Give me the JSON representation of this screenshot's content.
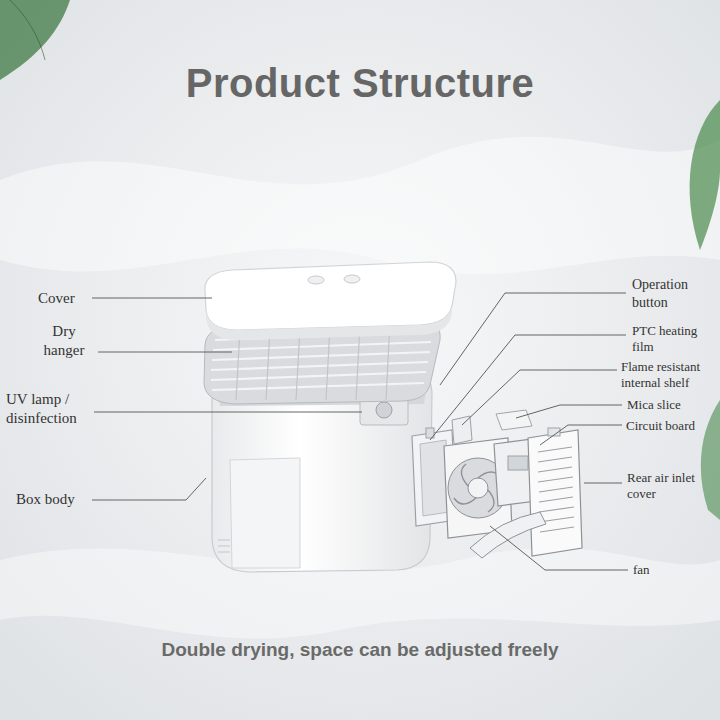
{
  "diagram": {
    "title": "Product Structure",
    "caption": "Double drying, space can be adjusted freely",
    "labels": [
      "Cover",
      "Dry hanger",
      "UV lamp / disinfection",
      "Box body",
      "Operation button",
      "PTC heating film",
      "Flame resistant internal shelf",
      "Mica slice",
      "Circuit board",
      "Rear air inlet cover",
      "fan"
    ]
  }
}
